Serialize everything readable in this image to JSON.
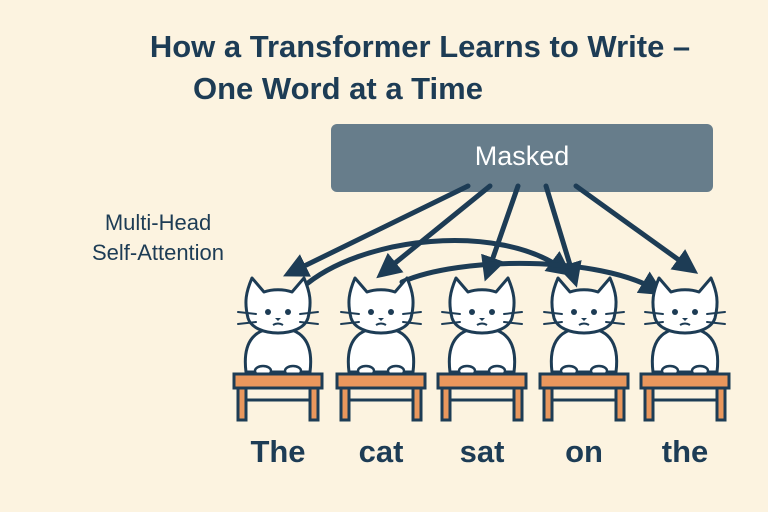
{
  "title": {
    "line1": "How a Transformer Learns to Write –",
    "line2": "One Word at a Time"
  },
  "masked_label": "Masked",
  "attention_label": {
    "line1": "Multi-Head",
    "line2": "Self-Attention"
  },
  "tokens": [
    "The",
    "cat",
    "sat",
    "on",
    "the"
  ],
  "colors": {
    "background": "#fcf3e0",
    "title": "#1d3c55",
    "masked_box": "#677d8b",
    "arrow": "#1d3c55",
    "desk": "#e9975d",
    "cat_fill": "#ffffff"
  }
}
